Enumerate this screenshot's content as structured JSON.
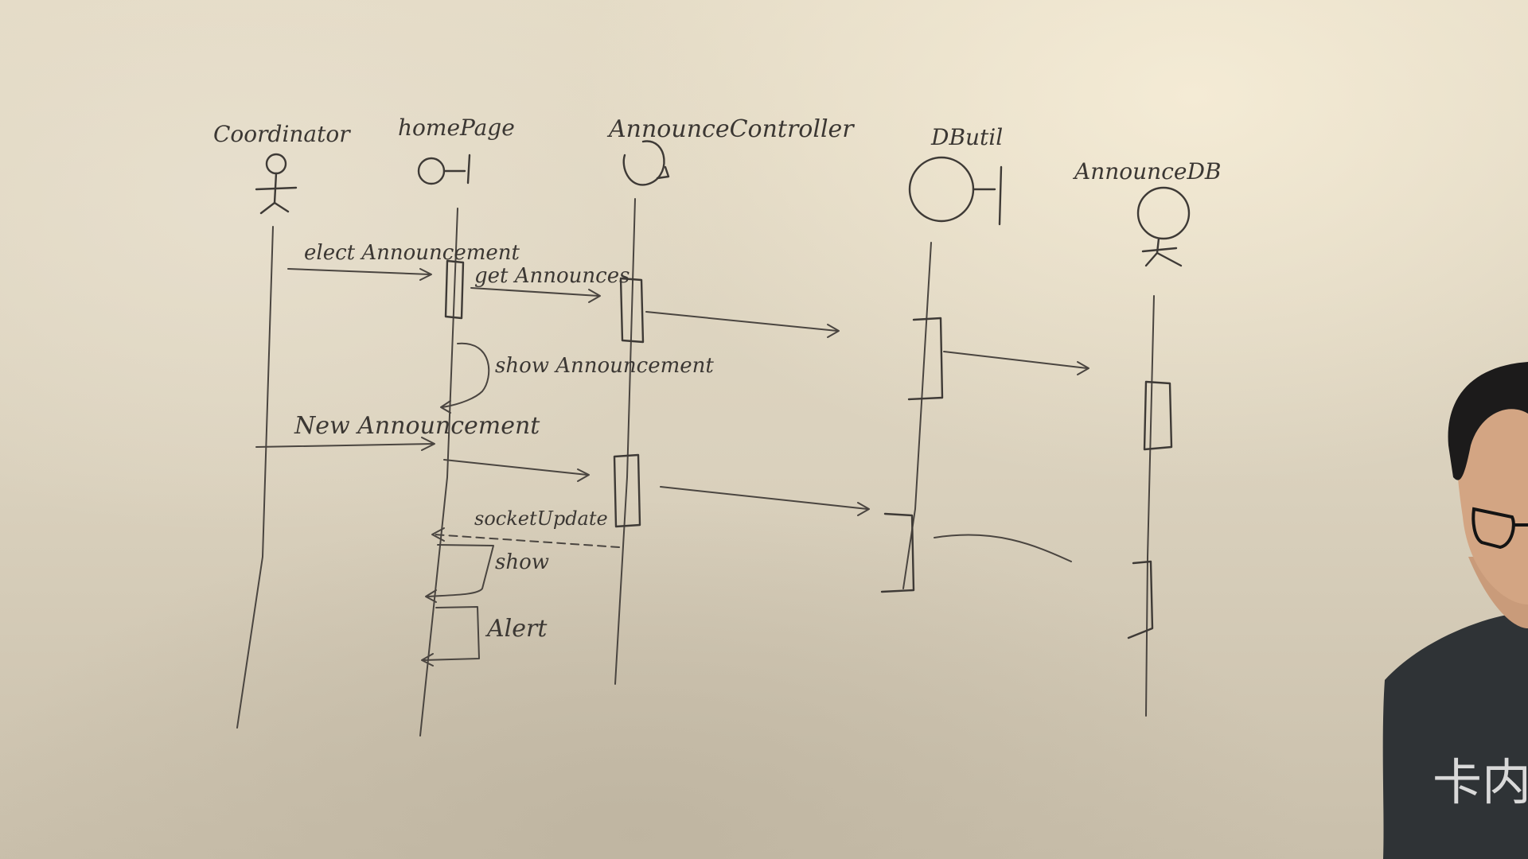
{
  "scene": "whiteboard sequence diagram",
  "participants": [
    {
      "label": "Coordinator",
      "kind": "actor"
    },
    {
      "label": "homePage",
      "kind": "boundary"
    },
    {
      "label": "AnnounceController",
      "kind": "control"
    },
    {
      "label": "DButil",
      "kind": "boundary"
    },
    {
      "label": "AnnounceDB",
      "kind": "actor"
    }
  ],
  "messages": [
    {
      "label": "elect Announcement",
      "from": "Coordinator",
      "to": "homePage"
    },
    {
      "label": "get Announces",
      "from": "homePage",
      "to": "AnnounceController"
    },
    {
      "label": "",
      "from": "AnnounceController",
      "to": "DButil"
    },
    {
      "label": "",
      "from": "DButil",
      "to": "AnnounceDB"
    },
    {
      "label": "show Announcement",
      "from": "homePage",
      "to": "homePage"
    },
    {
      "label": "New Announcement",
      "from": "Coordinator",
      "to": "homePage"
    },
    {
      "label": "",
      "from": "homePage",
      "to": "AnnounceController"
    },
    {
      "label": "",
      "from": "AnnounceController",
      "to": "DButil"
    },
    {
      "label": "",
      "from": "DButil",
      "to": "AnnounceDB"
    },
    {
      "label": "socketUpdate",
      "from": "AnnounceController",
      "to": "homePage"
    },
    {
      "label": "show",
      "from": "homePage",
      "to": "homePage"
    },
    {
      "label": "Alert",
      "from": "homePage",
      "to": "homePage"
    }
  ],
  "shirt_text": "卡内基",
  "colors": {
    "ink": "#3e3a36",
    "board": "#e4dbc6",
    "shirt": "#2f3336"
  }
}
